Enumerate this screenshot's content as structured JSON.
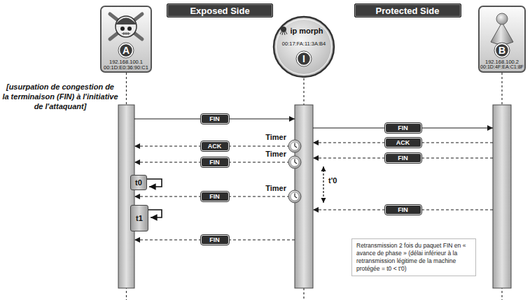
{
  "diagram": {
    "nodes": [
      {
        "text": [
          "Exposed Side"
        ]
      },
      {
        "text": [
          "Protected Side"
        ]
      },
      {
        "text": [
          "A",
          "192.168.100.1",
          "00:1D:E0:36:90:C1"
        ]
      },
      {
        "text": [
          "ip morph",
          "00:17:FA:11:3A:B4",
          "I"
        ]
      },
      {
        "text": [
          "B",
          "192.168.100.2",
          "00:1D:4F:EA:C1:8F"
        ]
      },
      {
        "text": [
          "t0"
        ]
      },
      {
        "text": [
          "t1"
        ]
      },
      {
        "text": [
          "Retransmission 2 fois du paquet FIN en « avance de phase » (délai inférieur à la retransmission légitime de la machine protégée = t0 < t'0)"
        ]
      }
    ],
    "edges": [
      {
        "from": 2,
        "to": 3,
        "label": "FIN",
        "arrow": "to"
      },
      {
        "from": 3,
        "to": 4,
        "label": "FIN",
        "arrow": "to"
      },
      {
        "from": 3,
        "to": 2,
        "label": "ACK",
        "arrow": "to"
      },
      {
        "from": 4,
        "to": 3,
        "label": "ACK",
        "arrow": "to"
      },
      {
        "from": 3,
        "to": 2,
        "label": "FIN",
        "arrow": "to"
      },
      {
        "from": 4,
        "to": 3,
        "label": "FIN",
        "arrow": "to"
      },
      {
        "from": 3,
        "to": 2,
        "label": "FIN",
        "arrow": "to"
      },
      {
        "from": 4,
        "to": 3,
        "label": "FIN",
        "arrow": "to"
      },
      {
        "from": 3,
        "to": 2,
        "label": "FIN",
        "arrow": "to"
      }
    ],
    "labels": [
      "[usurpation de congestion de la terminaison (FIN) à l'initiative de l'attaquant]",
      "Timer",
      "Timer",
      "Timer",
      "t'0"
    ]
  }
}
